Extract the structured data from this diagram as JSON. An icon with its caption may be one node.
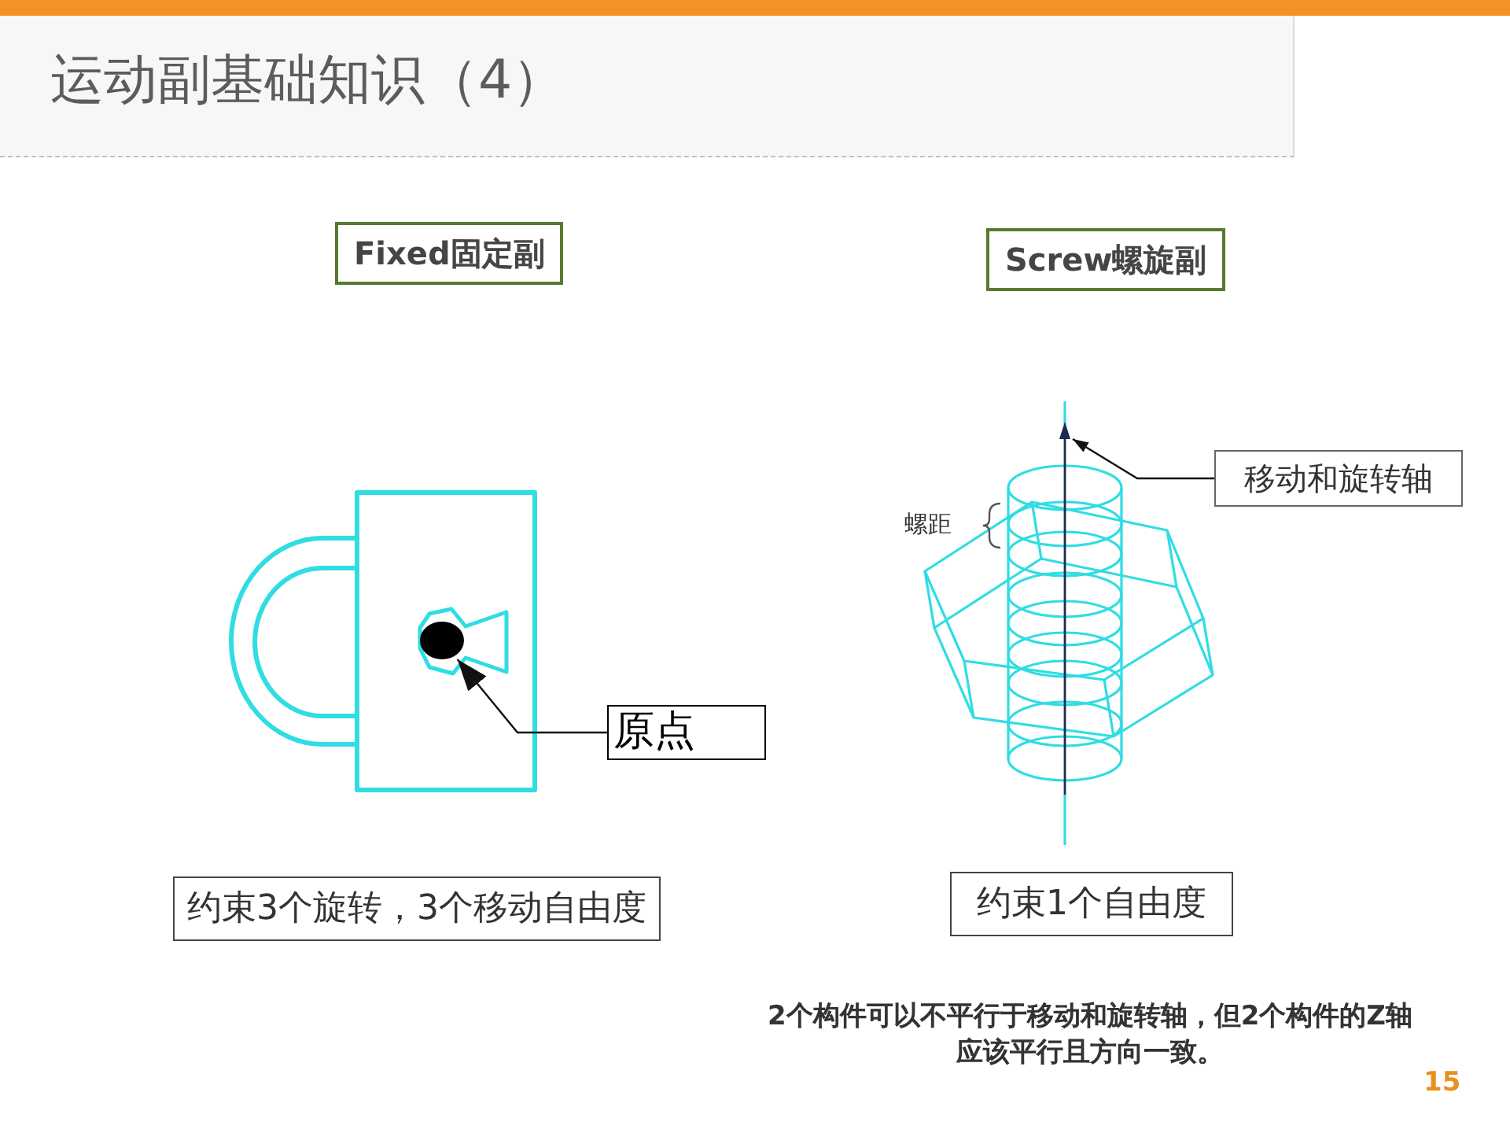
{
  "diagram": {
    "title": "运动副基础知识（4）",
    "nodes": [
      {
        "text": [
          "Fixed固定副"
        ]
      },
      {
        "text": [
          "Screw螺旋副"
        ]
      },
      {
        "text": [
          "移动和旋转轴"
        ]
      },
      {
        "text": [],
        "shape": "line"
      },
      {
        "text": [],
        "shape": "circle"
      },
      {
        "text": [
          "原点"
        ]
      },
      {
        "text": [
          "约束3个旋转，3个移动自由度"
        ]
      },
      {
        "text": [
          "约束1个自由度"
        ]
      }
    ],
    "edges": [
      {
        "from": 2,
        "to": 3,
        "arrow": "to"
      },
      {
        "from": 5,
        "to": 4,
        "arrow": "to"
      }
    ],
    "labels": [
      "螺距",
      "2个构件可以不平行于移动和旋转轴，但2个构件的Z轴应该平行且方向一致。",
      "15"
    ]
  }
}
